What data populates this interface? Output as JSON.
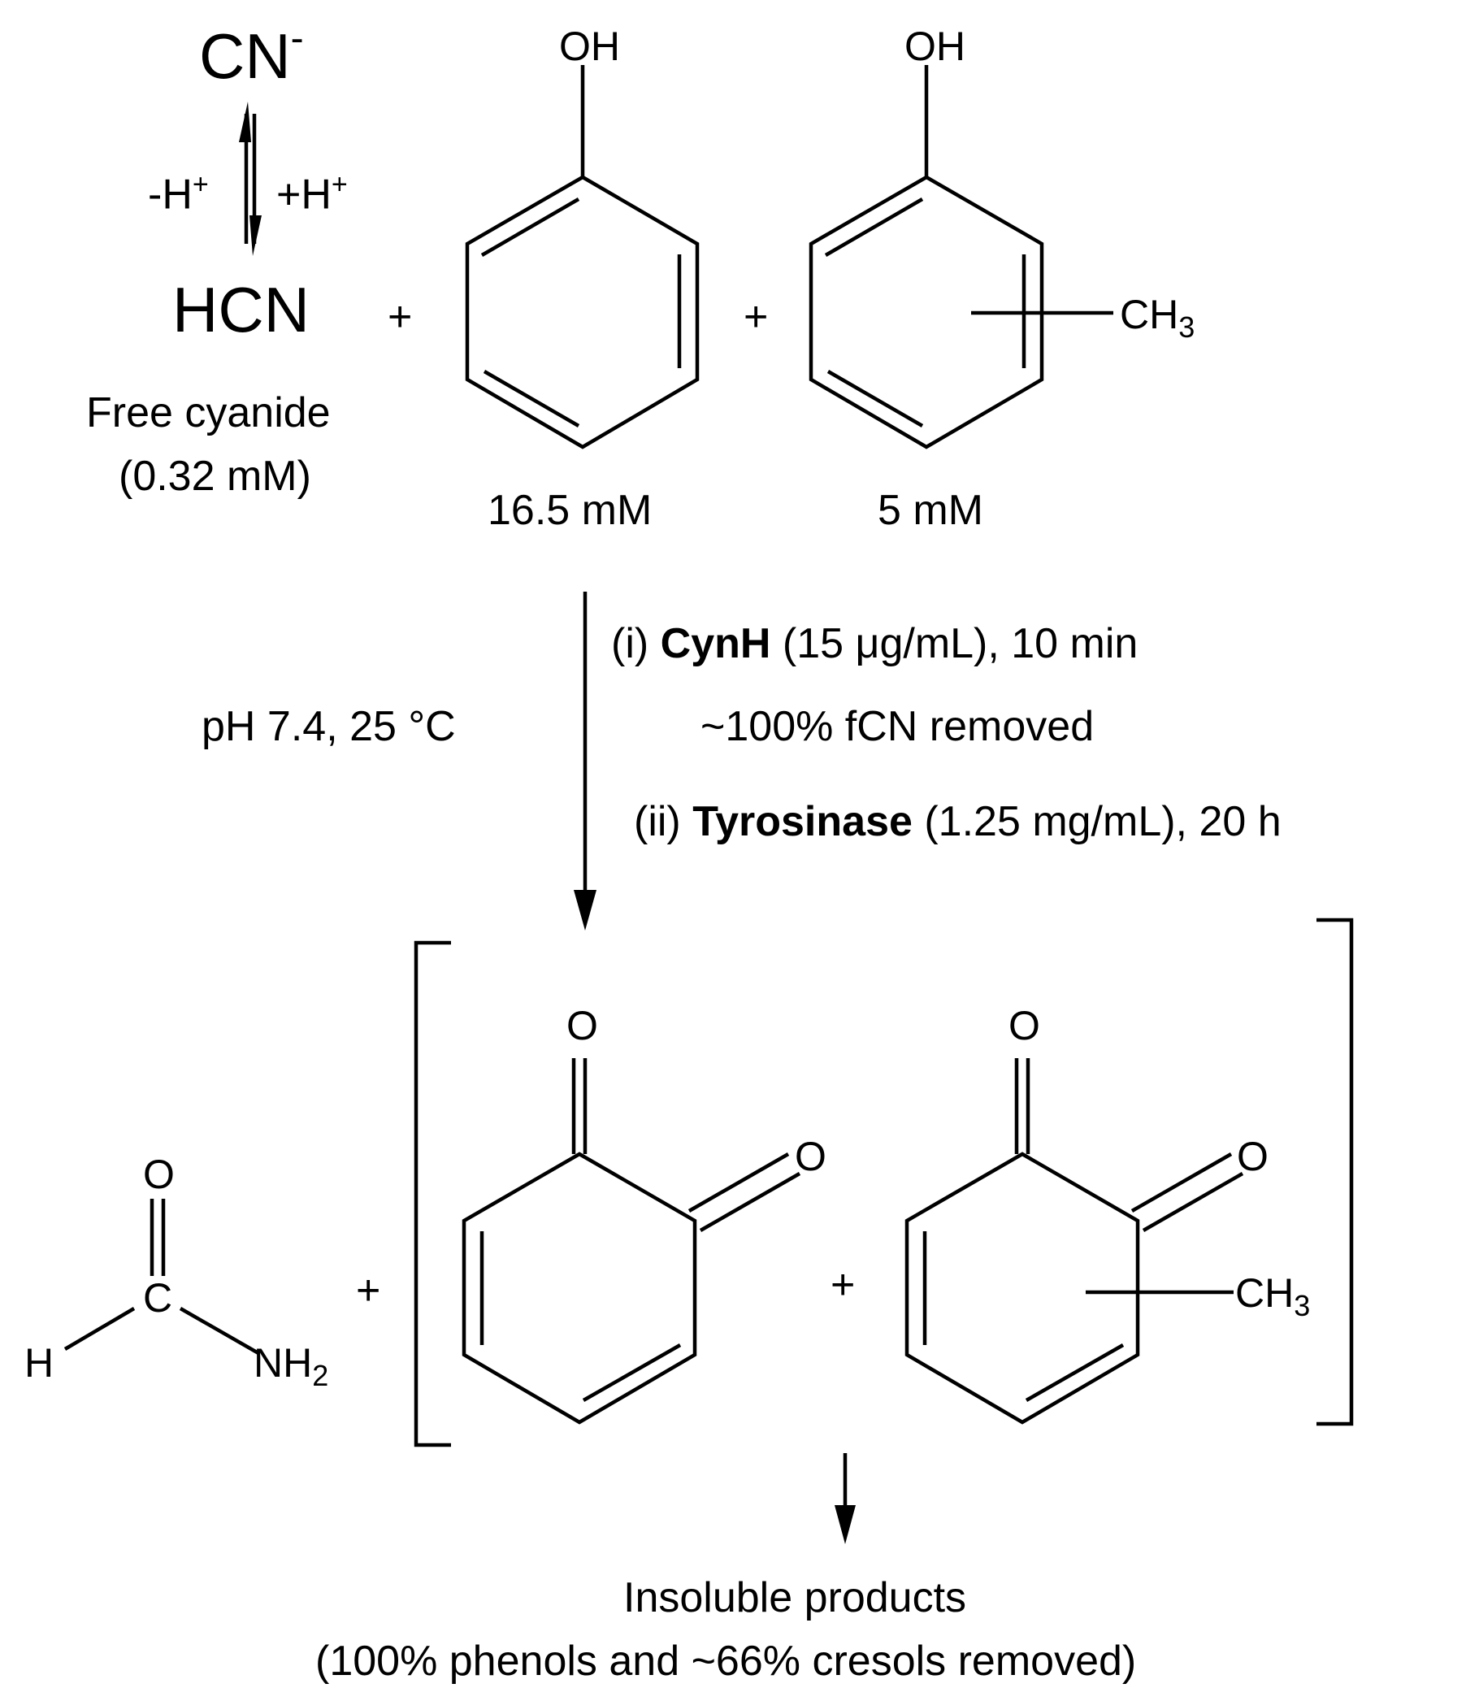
{
  "reagents": {
    "cyanide_ion": "CN",
    "cyanide_ion_charge": "-",
    "equilibrium_left": "-H",
    "equilibrium_left_sup": "+",
    "equilibrium_right": "+H",
    "equilibrium_right_sup": "+",
    "hcn": "HCN",
    "free_cyanide_label": "Free cyanide",
    "free_cyanide_conc": "(0.32 mM)",
    "phenol_oh": "OH",
    "phenol_conc": "16.5 mM",
    "cresol_oh": "OH",
    "cresol_methyl": "CH",
    "cresol_methyl_sub": "3",
    "cresol_conc": "5 mM",
    "plus_1": "+",
    "plus_2": "+"
  },
  "conditions": {
    "ph_temp": "pH 7.4, 25 °C",
    "step1_prefix": "(i) ",
    "step1_enzyme": "CynH",
    "step1_suffix": " (15 μg/mL), 10 min",
    "step1_result": "~100% fCN removed",
    "step2_prefix": "(ii) ",
    "step2_enzyme": "Tyrosinase",
    "step2_suffix": " (1.25 mg/mL), 20 h"
  },
  "products": {
    "formamide_o": "O",
    "formamide_c": "C",
    "formamide_h": "H",
    "formamide_nh": "NH",
    "formamide_nh_sub": "2",
    "plus_3": "+",
    "quinone1_o1": "O",
    "quinone1_o2": "O",
    "plus_4": "+",
    "quinone2_o1": "O",
    "quinone2_o2": "O",
    "quinone2_methyl": "CH",
    "quinone2_methyl_sub": "3",
    "final_label": "Insoluble products",
    "final_note": "(100% phenols and ~66% cresols removed)"
  }
}
